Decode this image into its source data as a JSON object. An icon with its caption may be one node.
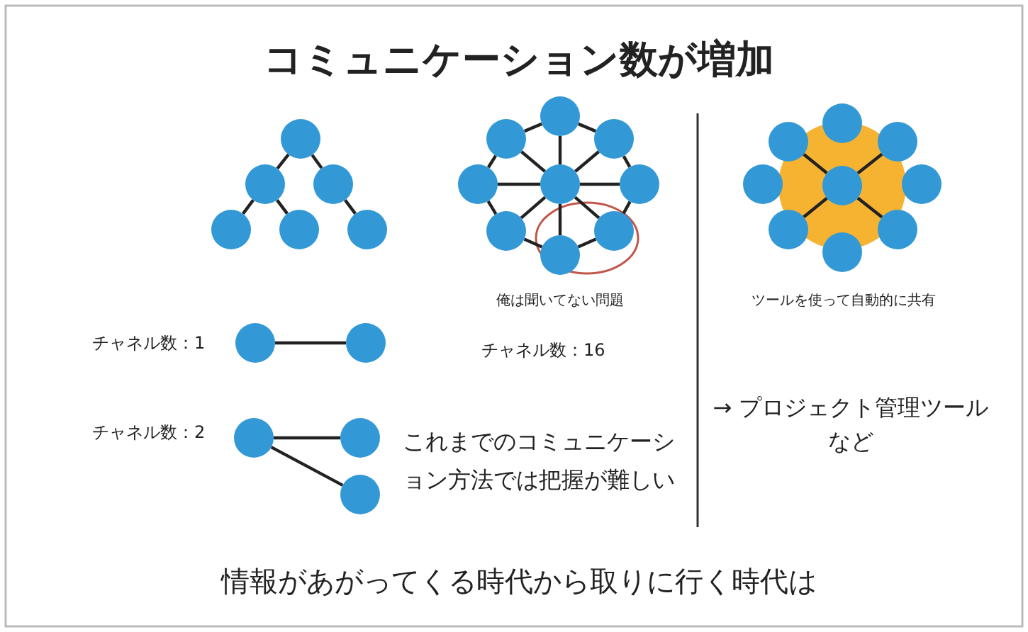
{
  "diagram": {
    "title": "コミュニケーション数が増加",
    "nodes": [
      {
        "text": [],
        "shape": "circle"
      },
      {
        "text": [],
        "shape": "circle"
      },
      {
        "text": [],
        "shape": "circle"
      },
      {
        "text": [],
        "shape": "circle"
      },
      {
        "text": [],
        "shape": "circle"
      },
      {
        "text": [],
        "shape": "circle"
      },
      {
        "text": [],
        "shape": "circle"
      },
      {
        "text": [],
        "shape": "circle"
      },
      {
        "text": [],
        "shape": "circle"
      },
      {
        "text": [],
        "shape": "circle"
      },
      {
        "text": [],
        "shape": "circle"
      },
      {
        "text": [],
        "shape": "circle"
      },
      {
        "text": [],
        "shape": "circle"
      },
      {
        "text": [],
        "shape": "circle"
      },
      {
        "text": [],
        "shape": "circle"
      },
      {
        "text": [],
        "shape": "circle"
      },
      {
        "text": [],
        "shape": "circle"
      },
      {
        "text": [],
        "shape": "circle"
      },
      {
        "text": [],
        "shape": "circle"
      },
      {
        "text": [],
        "shape": "circle"
      },
      {
        "text": [],
        "shape": "circle"
      },
      {
        "text": [],
        "shape": "circle"
      },
      {
        "text": [],
        "shape": "circle"
      },
      {
        "text": [],
        "shape": "circle"
      },
      {
        "text": [],
        "shape": "circle"
      },
      {
        "text": [],
        "shape": "circle"
      },
      {
        "text": [],
        "shape": "circle"
      },
      {
        "text": [],
        "shape": "circle"
      },
      {
        "text": [],
        "shape": "circle"
      }
    ],
    "edges": [
      {
        "from": 0,
        "to": 1,
        "arrow": "none"
      },
      {
        "from": 0,
        "to": 2,
        "arrow": "none"
      },
      {
        "from": 1,
        "to": 3,
        "arrow": "none"
      },
      {
        "from": 1,
        "to": 4,
        "arrow": "none"
      },
      {
        "from": 2,
        "to": 5,
        "arrow": "none"
      },
      {
        "from": 10,
        "to": 6,
        "arrow": "none"
      },
      {
        "from": 10,
        "to": 7,
        "arrow": "none"
      },
      {
        "from": 10,
        "to": 8,
        "arrow": "none"
      },
      {
        "from": 10,
        "to": 9,
        "arrow": "none"
      },
      {
        "from": 10,
        "to": 11,
        "arrow": "none"
      },
      {
        "from": 10,
        "to": 12,
        "arrow": "none"
      },
      {
        "from": 10,
        "to": 13,
        "arrow": "none"
      },
      {
        "from": 10,
        "to": 14,
        "arrow": "none"
      },
      {
        "from": 7,
        "to": 6,
        "arrow": "none"
      },
      {
        "from": 6,
        "to": 8,
        "arrow": "none"
      },
      {
        "from": 8,
        "to": 11,
        "arrow": "none"
      },
      {
        "from": 11,
        "to": 13,
        "arrow": "none"
      },
      {
        "from": 13,
        "to": 14,
        "arrow": "none"
      },
      {
        "from": 14,
        "to": 12,
        "arrow": "none"
      },
      {
        "from": 12,
        "to": 9,
        "arrow": "none"
      },
      {
        "from": 9,
        "to": 7,
        "arrow": "none"
      },
      {
        "from": 19,
        "to": 16,
        "arrow": "none"
      },
      {
        "from": 19,
        "to": 17,
        "arrow": "none"
      },
      {
        "from": 19,
        "to": 21,
        "arrow": "none"
      },
      {
        "from": 19,
        "to": 22,
        "arrow": "none"
      },
      {
        "from": 24,
        "to": 25,
        "arrow": "none"
      },
      {
        "from": 26,
        "to": 27,
        "arrow": "none"
      },
      {
        "from": 26,
        "to": 28,
        "arrow": "none"
      }
    ],
    "labels": [
      "俺は聞いてない問題",
      "ツールを使って自動的に共有",
      "チャネル数：1",
      "チャネル数：16",
      "→ プロジェクト管理ツールなど",
      "チャネル数：2",
      "これまでのコミュニケーション方法では把握が難しい",
      "情報があがってくる時代から取りに行く時代は"
    ]
  }
}
